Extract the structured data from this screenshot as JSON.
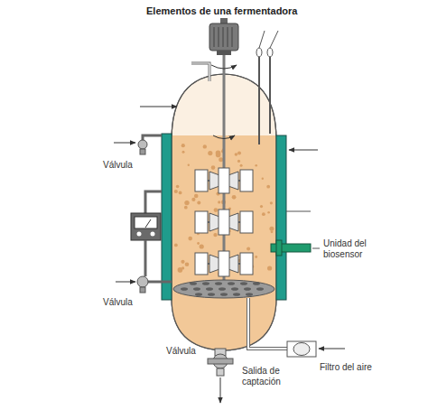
{
  "diagram": {
    "title": "Elementos de una fermentadora",
    "labels": [
      "Válvula",
      "Unidad del biosensor",
      "Válvula",
      "Válvula",
      "Filtro del aire",
      "Salida de captación"
    ]
  }
}
